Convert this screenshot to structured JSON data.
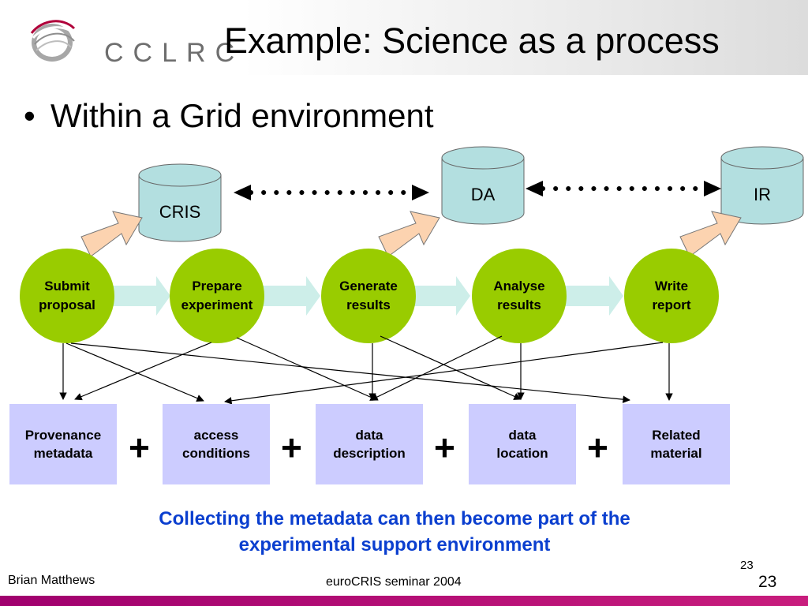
{
  "header": {
    "logo_text": "CCLRC",
    "title": "Example: Science as a process"
  },
  "bullet": {
    "marker": "•",
    "text": "Within a Grid environment"
  },
  "repositories": [
    {
      "id": "cris",
      "label": "CRIS"
    },
    {
      "id": "da",
      "label": "DA"
    },
    {
      "id": "ir",
      "label": "IR"
    }
  ],
  "process_steps": [
    {
      "id": "submit",
      "label": "Submit\nproposal"
    },
    {
      "id": "prepare",
      "label": "Prepare\nexperiment"
    },
    {
      "id": "generate",
      "label": "Generate\nresults"
    },
    {
      "id": "analyse",
      "label": "Analyse\nresults"
    },
    {
      "id": "write",
      "label": "Write\nreport"
    }
  ],
  "metadata_boxes": [
    {
      "id": "provenance",
      "label": "Provenance\nmetadata"
    },
    {
      "id": "access",
      "label": "access\nconditions"
    },
    {
      "id": "description",
      "label": "data\ndescription"
    },
    {
      "id": "location",
      "label": "data\nlocation"
    },
    {
      "id": "related",
      "label": "Related\nmaterial"
    }
  ],
  "plus_sign": "+",
  "caption": "Collecting the metadata can then become part of the\nexperimental support environment",
  "footer": {
    "author": "Brian Matthews",
    "event": "euroCRIS seminar 2004",
    "page_small": "23",
    "page_big": "23"
  },
  "colors": {
    "step_circle": "#99cc00",
    "flow_arrow": "#cdeee9",
    "repository": "#b3dfe0",
    "push_arrow": "#fcd3b0",
    "metadata_box": "#ccccff",
    "caption": "#0b3fcf",
    "footer_stripe": "#a0006e"
  }
}
